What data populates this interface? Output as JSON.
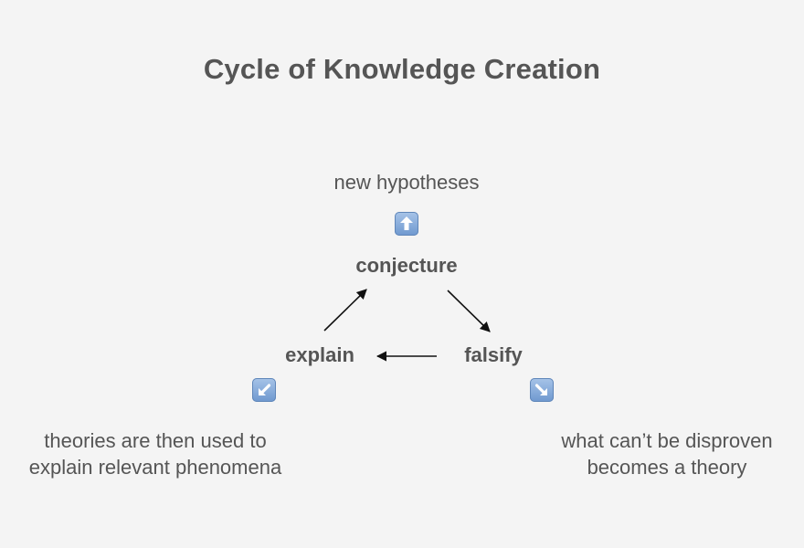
{
  "title": "Cycle of Knowledge Creation",
  "nodes": {
    "conjecture": "conjecture",
    "explain": "explain",
    "falsify": "falsify"
  },
  "notes": {
    "top": "new hypotheses",
    "left_line1": "theories are then used to",
    "left_line2": "explain relevant phenomena",
    "right_line1": "what can’t be disproven",
    "right_line2": "becomes a theory"
  },
  "icons": {
    "top": "up-arrow-icon",
    "left": "down-left-arrow-icon",
    "right": "down-right-arrow-icon"
  },
  "colors": {
    "background": "#f4f4f4",
    "text": "#555555",
    "emoji_arrow": "#6e98cf"
  }
}
